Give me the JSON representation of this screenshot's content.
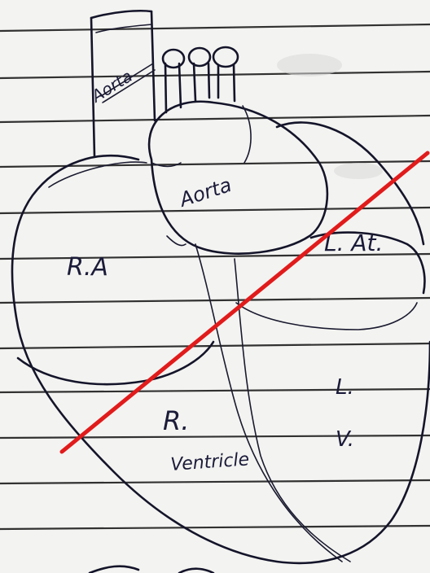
{
  "labels": {
    "aorta_top": "Aorta",
    "aorta": "Aorta",
    "right_atrium": "R.A",
    "left_atrium": "L. At.",
    "right_ventricle_letter": "R.",
    "right_ventricle_word": "Ventricle",
    "left_ventricle_letter": "L.",
    "left_ventricle_letter2": "V."
  },
  "colors": {
    "ink": "#14142a",
    "strike_line": "#e11b1b",
    "paper": "#f3f3f1"
  }
}
